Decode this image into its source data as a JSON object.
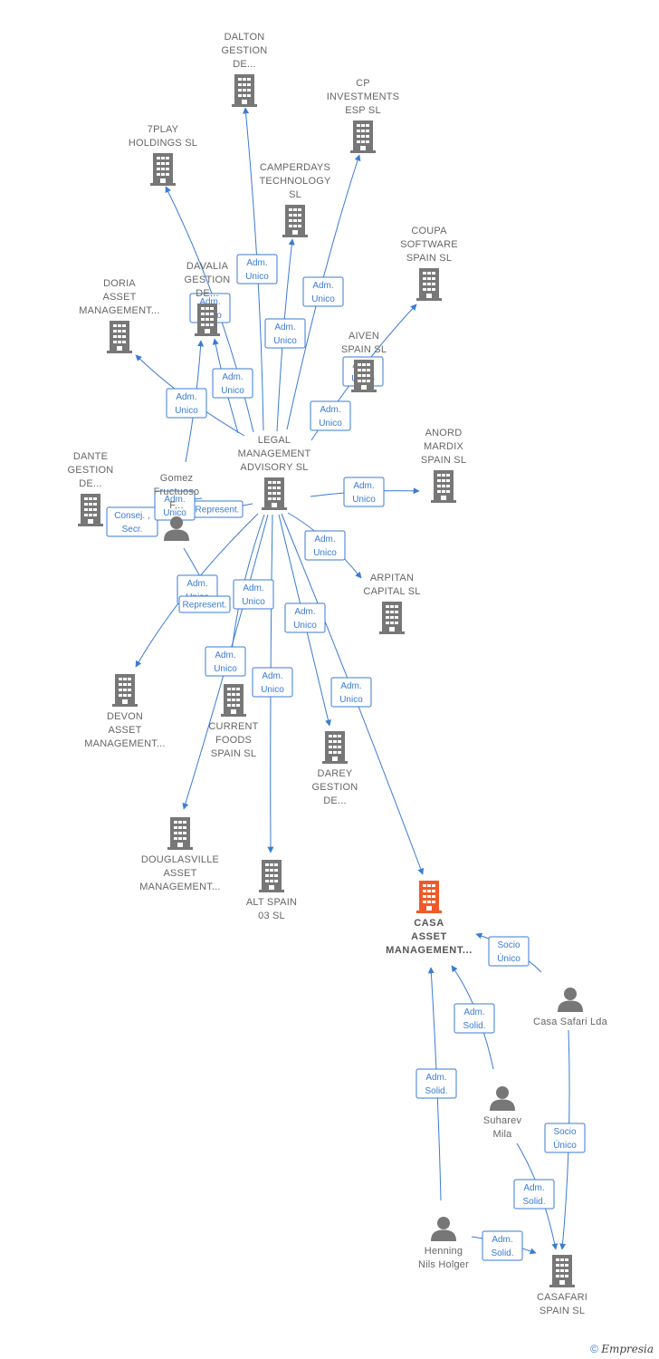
{
  "colors": {
    "edge": "#3a7bd5",
    "node": "#777777",
    "highlight": "#f05a28",
    "label": "#666666"
  },
  "nodes": [
    {
      "id": "dalton",
      "kind": "company",
      "lines": [
        "DALTON",
        "GESTION",
        "DE..."
      ],
      "icon": "building-icon"
    },
    {
      "id": "cp",
      "kind": "company",
      "lines": [
        "CP",
        "INVESTMENTS",
        "ESP  SL"
      ],
      "icon": "building-icon"
    },
    {
      "id": "7play",
      "kind": "company",
      "lines": [
        "7PLAY",
        "HOLDINGS  SL"
      ],
      "icon": "building-icon"
    },
    {
      "id": "camperdays",
      "kind": "company",
      "lines": [
        "CAMPERDAYS",
        "TECHNOLOGY",
        "SL"
      ],
      "icon": "building-icon"
    },
    {
      "id": "coupa",
      "kind": "company",
      "lines": [
        "COUPA",
        "SOFTWARE",
        "SPAIN  SL"
      ],
      "icon": "building-icon"
    },
    {
      "id": "davalia",
      "kind": "company",
      "lines": [
        "DAVALIA",
        "GESTION",
        "DE..."
      ],
      "icon": "building-icon"
    },
    {
      "id": "doria",
      "kind": "company",
      "lines": [
        "DORIA",
        "ASSET",
        "MANAGEMENT..."
      ],
      "icon": "building-icon"
    },
    {
      "id": "aiven",
      "kind": "company",
      "lines": [
        "AIVEN",
        "SPAIN  SL"
      ],
      "icon": "building-icon"
    },
    {
      "id": "anord",
      "kind": "company",
      "lines": [
        "ANORD",
        "MARDIX",
        "SPAIN  SL"
      ],
      "icon": "building-icon"
    },
    {
      "id": "legal",
      "kind": "company",
      "lines": [
        "LEGAL",
        "MANAGEMENT",
        "ADVISORY  SL"
      ],
      "icon": "building-icon"
    },
    {
      "id": "dante",
      "kind": "company",
      "lines": [
        "DANTE",
        "GESTION",
        "DE..."
      ],
      "icon": "building-icon"
    },
    {
      "id": "gomez",
      "kind": "person",
      "lines": [
        "Gomez",
        "Fructuoso",
        "F..."
      ],
      "icon": "person-icon"
    },
    {
      "id": "arpitan",
      "kind": "company",
      "lines": [
        "ARPITAN",
        "CAPITAL  SL"
      ],
      "icon": "building-icon"
    },
    {
      "id": "devon",
      "kind": "company",
      "lines": [
        "DEVON",
        "ASSET",
        "MANAGEMENT..."
      ],
      "icon": "building-icon"
    },
    {
      "id": "current",
      "kind": "company",
      "lines": [
        "CURRENT",
        "FOODS",
        "SPAIN  SL"
      ],
      "icon": "building-icon"
    },
    {
      "id": "darey",
      "kind": "company",
      "lines": [
        "DAREY",
        "GESTION",
        "DE..."
      ],
      "icon": "building-icon"
    },
    {
      "id": "douglasville",
      "kind": "company",
      "lines": [
        "DOUGLASVILLE",
        "ASSET",
        "MANAGEMENT..."
      ],
      "icon": "building-icon"
    },
    {
      "id": "alt",
      "kind": "company",
      "lines": [
        "ALT SPAIN",
        "03  SL"
      ],
      "icon": "building-icon"
    },
    {
      "id": "casa",
      "kind": "company",
      "highlight": true,
      "lines": [
        "CASA",
        "ASSET",
        "MANAGEMENT..."
      ],
      "icon": "building-icon"
    },
    {
      "id": "casasafari",
      "kind": "person",
      "lines": [
        "Casa Safari Lda"
      ],
      "icon": "person-icon"
    },
    {
      "id": "suharev",
      "kind": "person",
      "lines": [
        "Suharev",
        "Mila"
      ],
      "icon": "person-icon"
    },
    {
      "id": "henning",
      "kind": "person",
      "lines": [
        "Henning",
        "Nils Holger"
      ],
      "icon": "person-icon"
    },
    {
      "id": "casafari",
      "kind": "company",
      "lines": [
        "CASAFARI",
        "SPAIN  SL"
      ],
      "icon": "building-icon"
    }
  ],
  "edges": [
    {
      "from": "legal",
      "to": "dalton",
      "lines": [
        "Adm.",
        "Unico"
      ]
    },
    {
      "from": "legal",
      "to": "cp",
      "lines": [
        "Adm.",
        "Unico"
      ]
    },
    {
      "from": "legal",
      "to": "7play",
      "lines": [
        "Adm.",
        "Unico"
      ]
    },
    {
      "from": "legal",
      "to": "camperdays",
      "lines": [
        "Adm.",
        "Unico"
      ]
    },
    {
      "from": "legal",
      "to": "coupa",
      "lines": [
        "Adm.",
        "Unico"
      ]
    },
    {
      "from": "legal",
      "to": "davalia",
      "lines": [
        "Adm.",
        "Unico"
      ]
    },
    {
      "from": "legal",
      "to": "doria",
      "lines": [
        "Adm.",
        "Unico"
      ]
    },
    {
      "from": "gomez",
      "to": "davalia",
      "lines": [
        "Adm.",
        "Unico"
      ]
    },
    {
      "from": "legal",
      "to": "anord",
      "lines": [
        "Adm.",
        "Unico"
      ]
    },
    {
      "from": "legal",
      "to": "dante",
      "lines": [
        "Represent."
      ]
    },
    {
      "from": "gomez",
      "to": "dante",
      "lines": [
        "Consej. ,",
        "Secr."
      ]
    },
    {
      "from": "gomez",
      "to": "dante",
      "lines": [
        "Adm.",
        "Unico"
      ]
    },
    {
      "from": "legal",
      "to": "arpitan",
      "lines": [
        "Adm.",
        "Unico"
      ]
    },
    {
      "from": "legal",
      "to": "devon",
      "lines": [
        "Adm.",
        "Unico"
      ]
    },
    {
      "from": "gomez",
      "to": "devon",
      "lines": [
        "Represent."
      ]
    },
    {
      "from": "legal",
      "to": "current",
      "lines": [
        "Adm.",
        "Unico"
      ]
    },
    {
      "from": "legal",
      "to": "douglasville",
      "lines": [
        "Adm.",
        "Unico"
      ]
    },
    {
      "from": "legal",
      "to": "alt",
      "lines": [
        "Adm.",
        "Unico"
      ]
    },
    {
      "from": "legal",
      "to": "darey",
      "lines": [
        "Adm.",
        "Unico"
      ]
    },
    {
      "from": "legal",
      "to": "casa",
      "lines": [
        "Adm.",
        "Unico"
      ]
    },
    {
      "from": "casasafari",
      "to": "casa",
      "lines": [
        "Socio",
        "Único"
      ]
    },
    {
      "from": "suharev",
      "to": "casa",
      "lines": [
        "Adm.",
        "Solid."
      ]
    },
    {
      "from": "henning",
      "to": "casa",
      "lines": [
        "Adm.",
        "Solid."
      ]
    },
    {
      "from": "casasafari",
      "to": "casafari",
      "lines": [
        "Socio",
        "Único"
      ]
    },
    {
      "from": "suharev",
      "to": "casafari",
      "lines": [
        "Adm.",
        "Solid."
      ]
    },
    {
      "from": "henning",
      "to": "casafari",
      "lines": [
        "Adm.",
        "Solid."
      ]
    }
  ],
  "footer": {
    "copyright_symbol": "©",
    "brand": "Empresia"
  }
}
